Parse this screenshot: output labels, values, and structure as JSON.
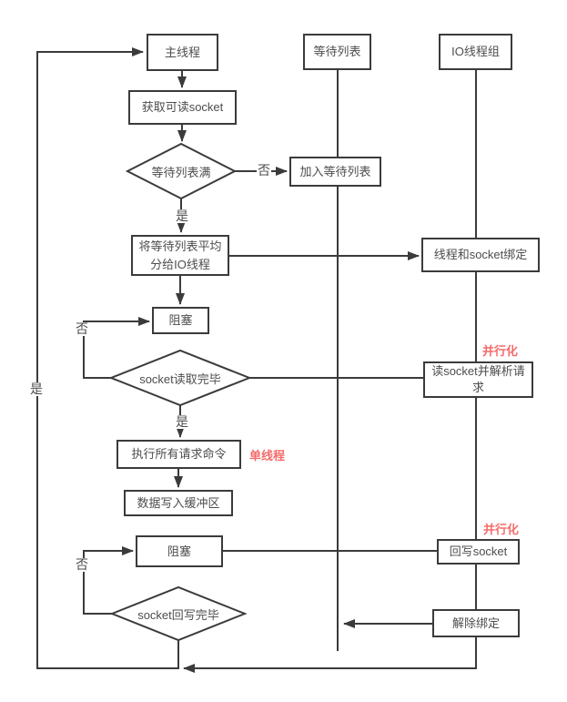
{
  "colors": {
    "background": "#ffffff",
    "line": "#3b3b3b",
    "text": "#4d4d4d",
    "accent_red": "#f56c6c"
  },
  "lanes": {
    "wait_list": {
      "label": "等待列表"
    },
    "io_thread_group": {
      "label": "IO线程组"
    }
  },
  "nodes": {
    "main_thread": {
      "label": "主线程"
    },
    "get_readable_socket": {
      "label": "获取可读socket"
    },
    "wait_list_full": {
      "label": "等待列表满"
    },
    "join_wait_list": {
      "label": "加入等待列表"
    },
    "distribute_to_io_threads": {
      "label": "将等待列表平均分给IO线程"
    },
    "block_1": {
      "label": "阻塞"
    },
    "socket_read_done": {
      "label": "socket读取完毕"
    },
    "exec_all_commands": {
      "label": "执行所有请求命令"
    },
    "write_data_to_buffer": {
      "label": "数据写入缓冲区"
    },
    "block_2": {
      "label": "阻塞"
    },
    "socket_writeback_done": {
      "label": "socket回写完毕"
    },
    "bind_thread_socket": {
      "label": "线程和socket绑定"
    },
    "read_socket_parse_request": {
      "label": "读socket并解析请求"
    },
    "writeback_socket": {
      "label": "回写socket"
    },
    "unbind": {
      "label": "解除绑定"
    }
  },
  "edge_labels": {
    "full_no": "否",
    "full_yes": "是",
    "read_no": "否",
    "read_yes": "是",
    "writeback_no": "否",
    "writeback_yes": "是"
  },
  "annotations": {
    "single_thread": "单线程",
    "parallel_read": "并行化",
    "parallel_write": "并行化"
  }
}
